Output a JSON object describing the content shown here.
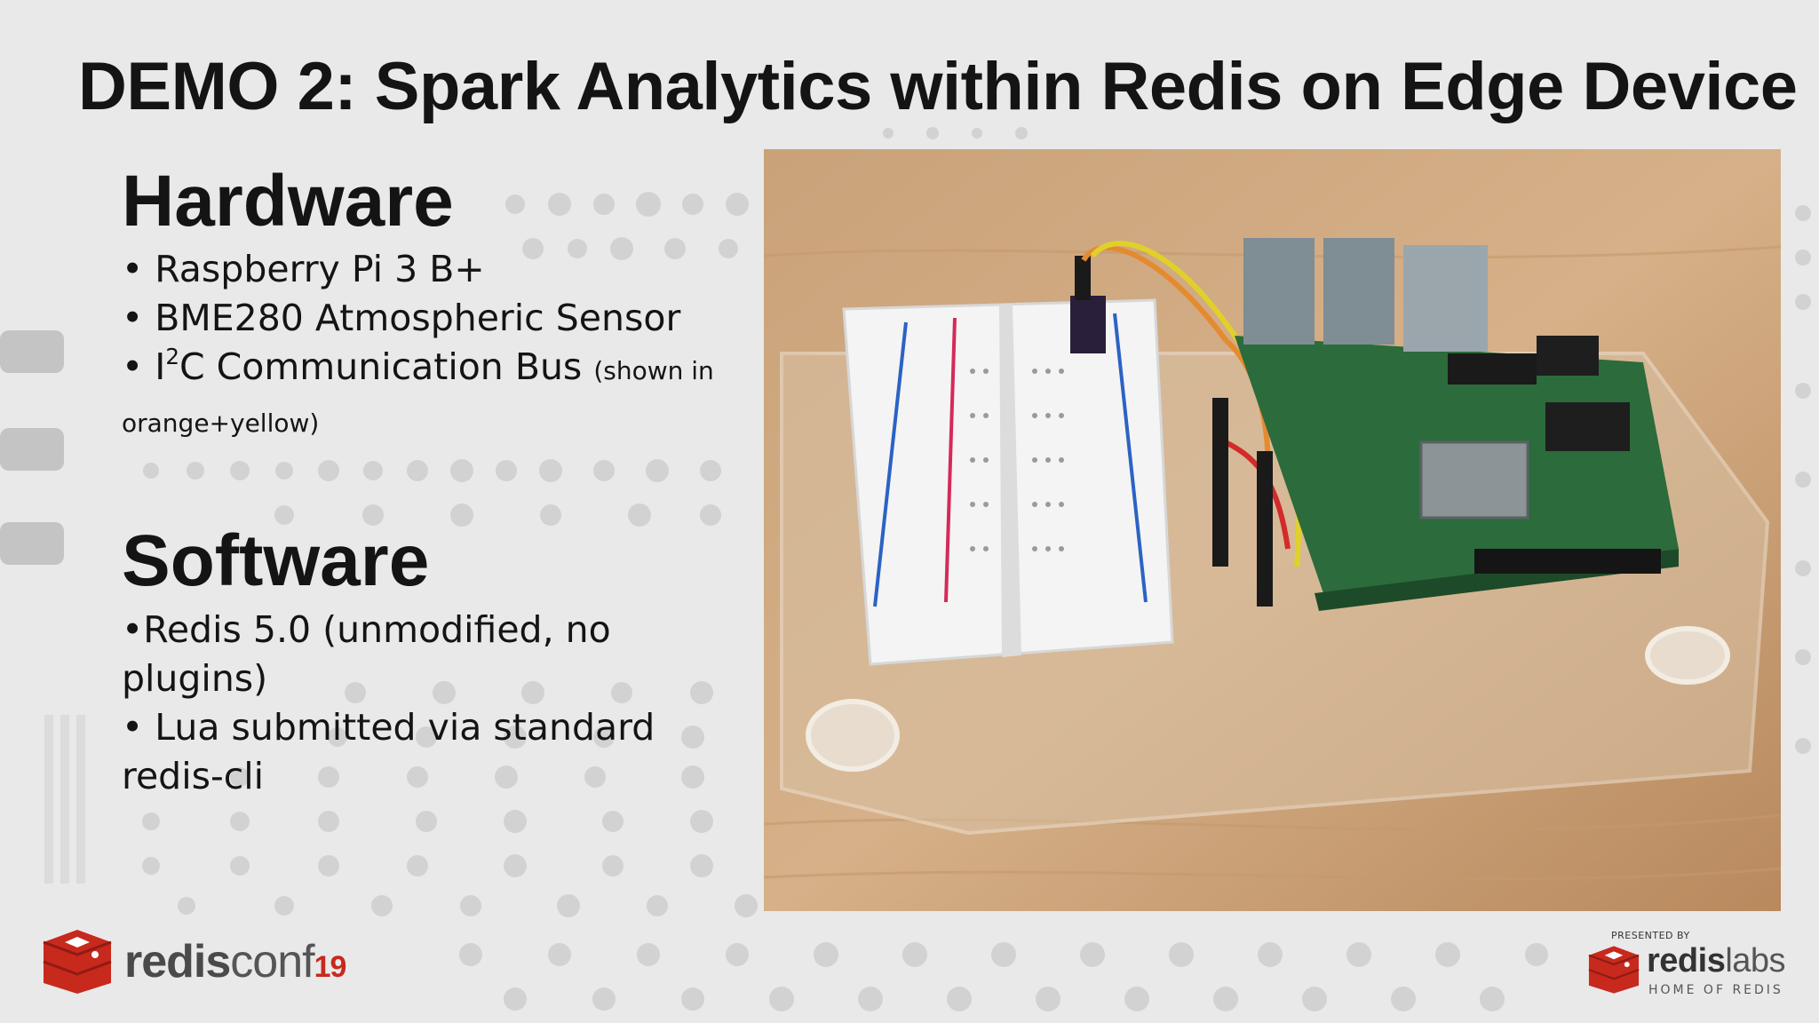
{
  "slide": {
    "title": "DEMO 2: Spark Analytics within Redis on Edge Device"
  },
  "hardware": {
    "heading": "Hardware",
    "items": {
      "item1": "Raspberry Pi 3 B+",
      "item2": "BME280 Atmospheric Sensor",
      "item3_pre": "I",
      "item3_sup": "2",
      "item3_main": "C Communication Bus",
      "item3_note": "(shown in orange+yellow)"
    }
  },
  "software": {
    "heading": "Software",
    "items": {
      "item1": "Redis 5.0 (unmodified, no plugins)",
      "item2": "Lua submitted via standard redis-cli"
    }
  },
  "footer": {
    "conf_brand_bold": "redis",
    "conf_brand_rest": "conf",
    "conf_year": "19",
    "presented_by": "PRESENTED BY",
    "sponsor_bold": "redis",
    "sponsor_rest": "labs",
    "sponsor_tagline": "HOME OF REDIS"
  },
  "colors": {
    "background": "#e9e9e9",
    "redis_red": "#c8291d",
    "text": "#141414"
  }
}
